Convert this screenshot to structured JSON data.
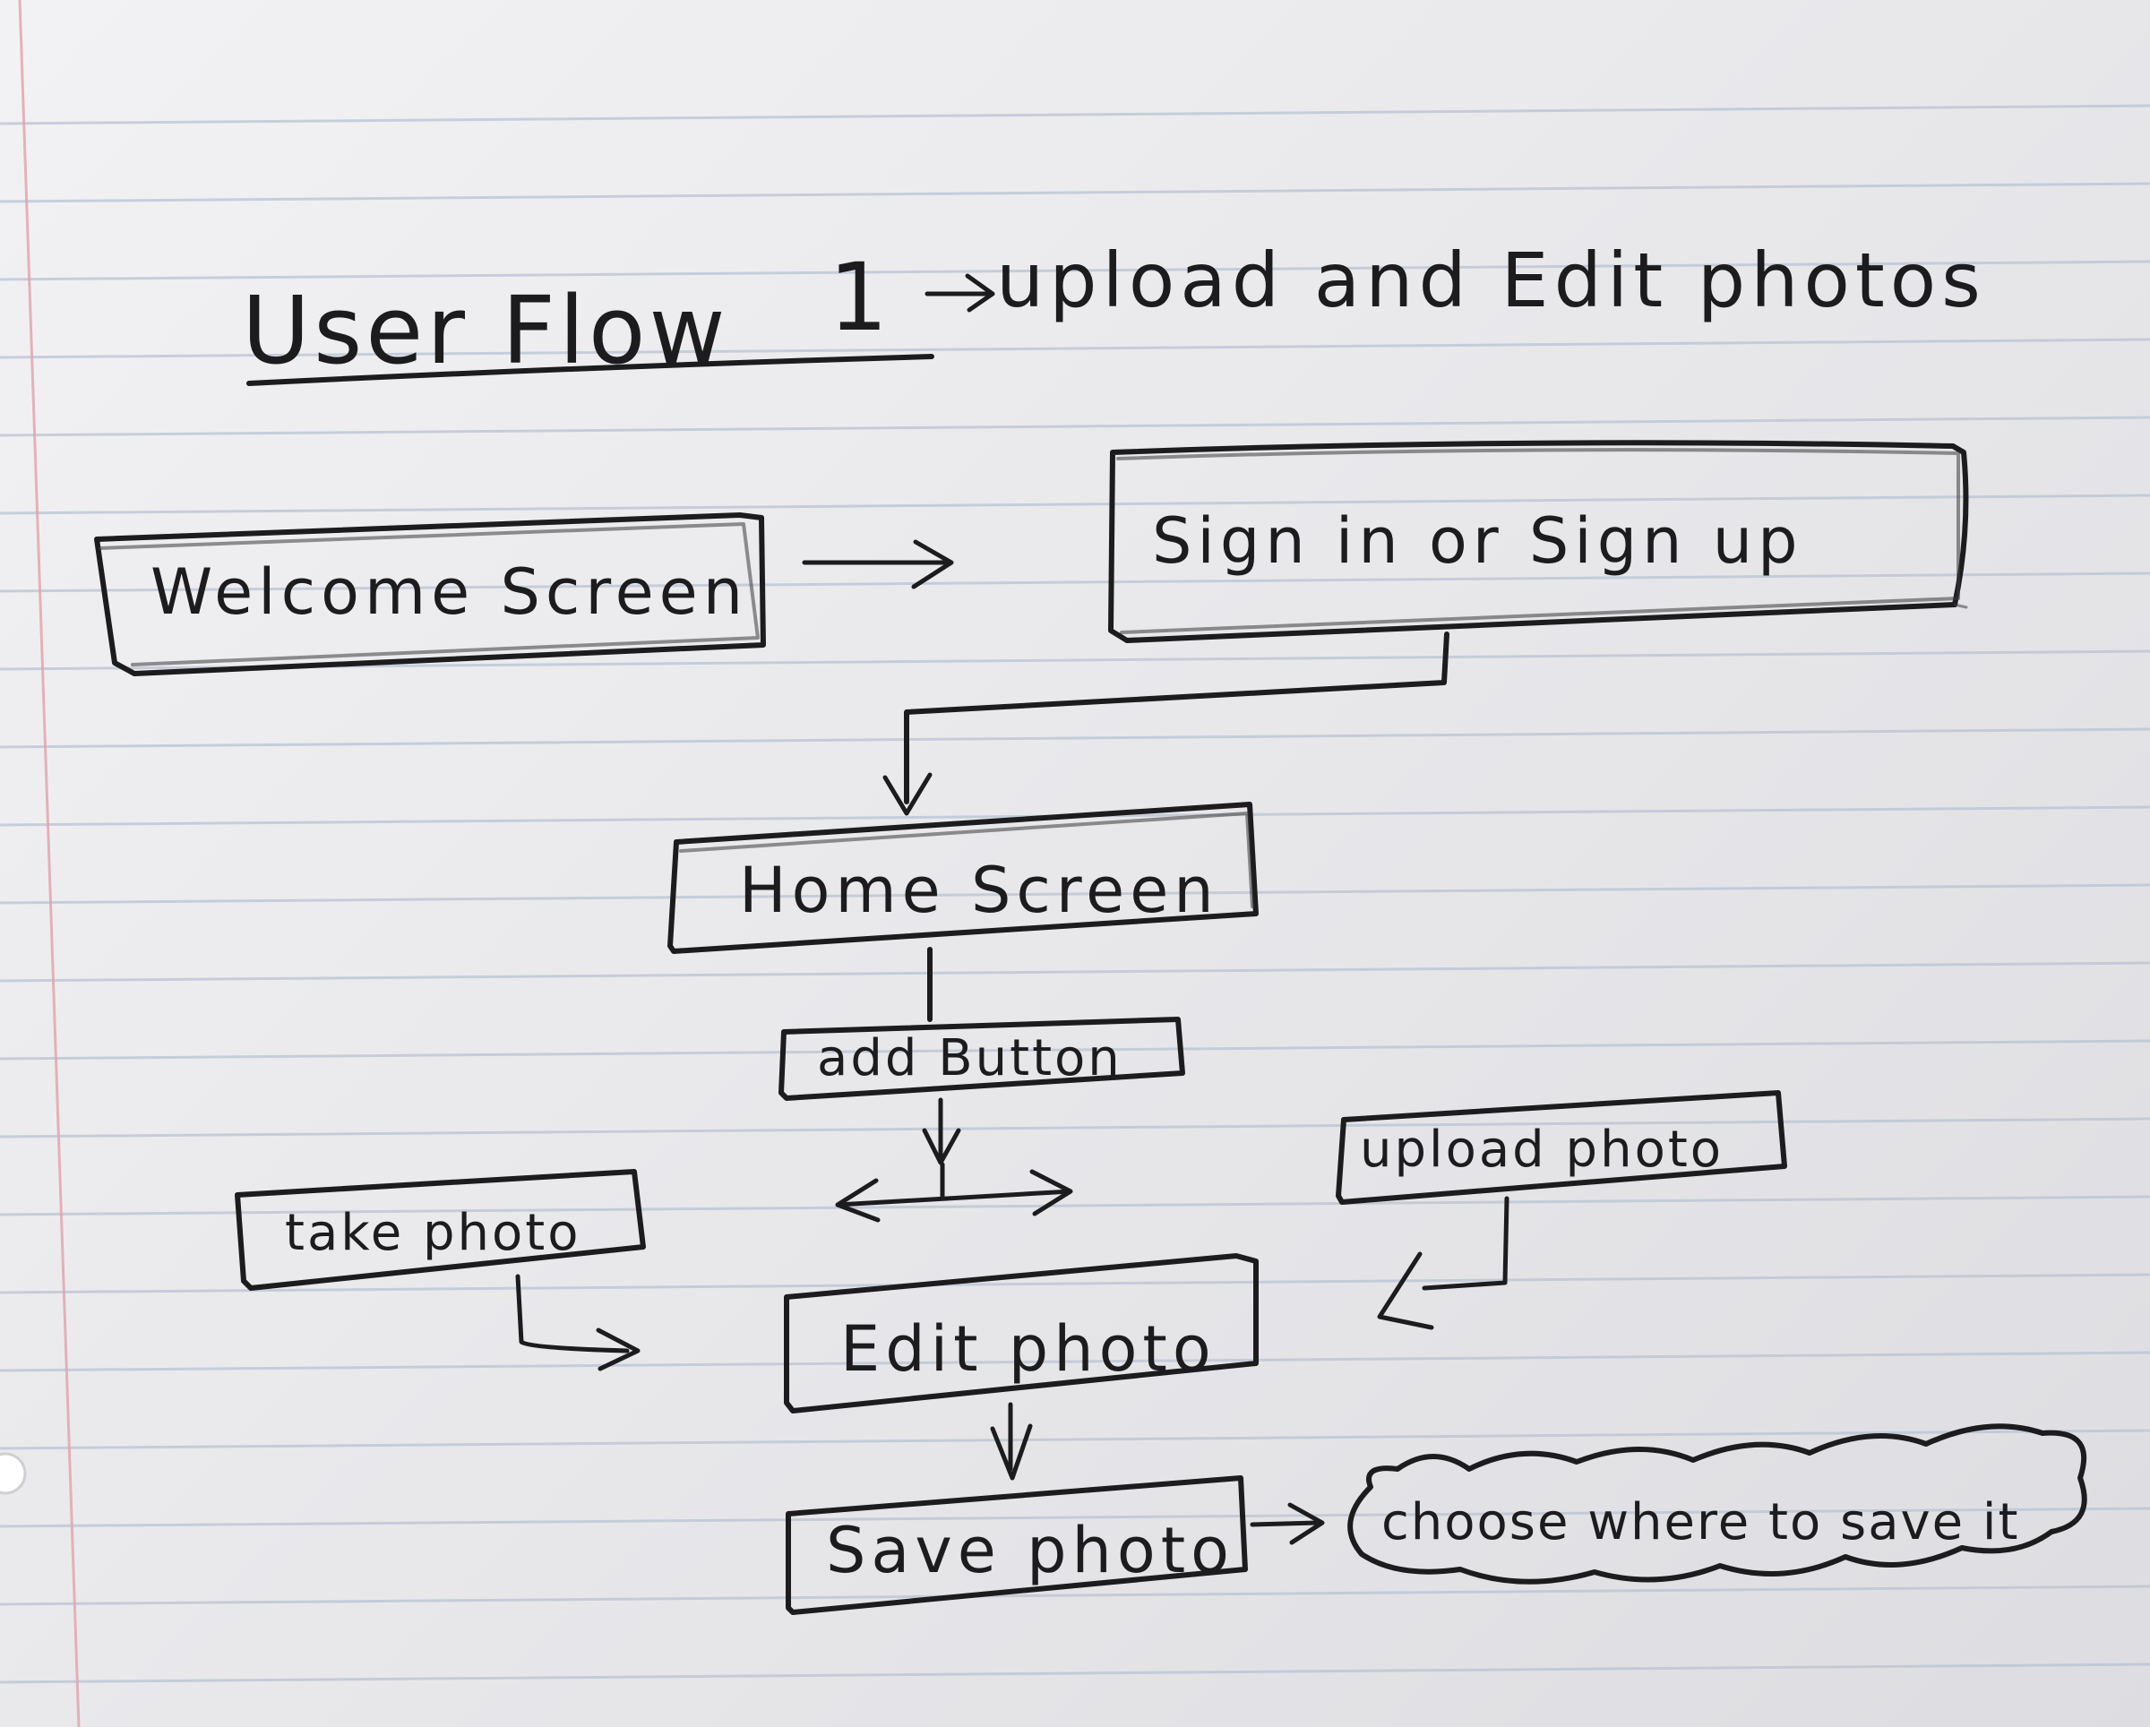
{
  "title": {
    "label": "User Flow",
    "number": "1",
    "subtitle": "upload and Edit photos"
  },
  "nodes": {
    "welcome_screen": "Welcome Screen",
    "sign_in_or_sign_up": "Sign in or Sign up",
    "home_screen": "Home Screen",
    "add_button": "add Button",
    "take_photo": "take photo",
    "upload_photo": "upload photo",
    "edit_photo": "Edit photo",
    "save_photo": "Save photo",
    "choose_where_to_save": "choose where to save it"
  },
  "colors": {
    "ink": "#1c1c1e",
    "paper": "#efeff1",
    "rule": "#b9c3d3",
    "margin": "#e2a2ab"
  }
}
